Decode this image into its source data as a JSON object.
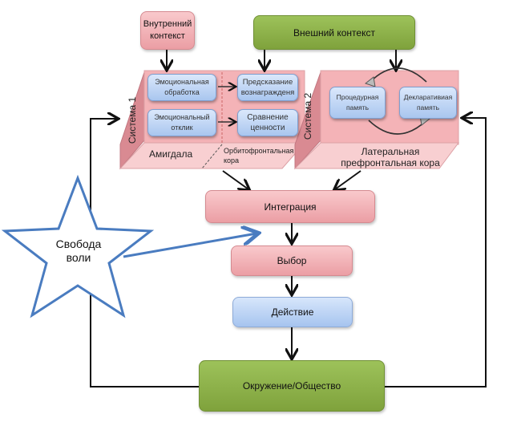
{
  "top": {
    "internal_context": "Внутренний контекст",
    "external_context": "Внешний контекст"
  },
  "system1": {
    "label": "Система 1",
    "amygdala": "Амигдала",
    "ofc": "Орбитофронтальная кора",
    "nodes": {
      "emotional_processing": "Эмоциональная обработка",
      "reward_prediction": "Предсказание вознаграждeня",
      "emotional_response": "Эмоциональный отклик",
      "value_comparison": "Сравнение ценности"
    }
  },
  "system2": {
    "label": "Система 2",
    "region": "Латеральная префронтальная кора",
    "nodes": {
      "procedural_memory": "Процедурная память",
      "declarative_memory": "Декларативиая память"
    }
  },
  "flow": {
    "integration": "Интеграция",
    "choice": "Выбор",
    "action": "Действие",
    "environment": "Окружение/Общество"
  },
  "free_will": "Свобода воли",
  "colors": {
    "pink": "#eb9ea4",
    "green": "#8fb24a",
    "blue": "#a6c4ef",
    "star": "#4a7cc0"
  }
}
